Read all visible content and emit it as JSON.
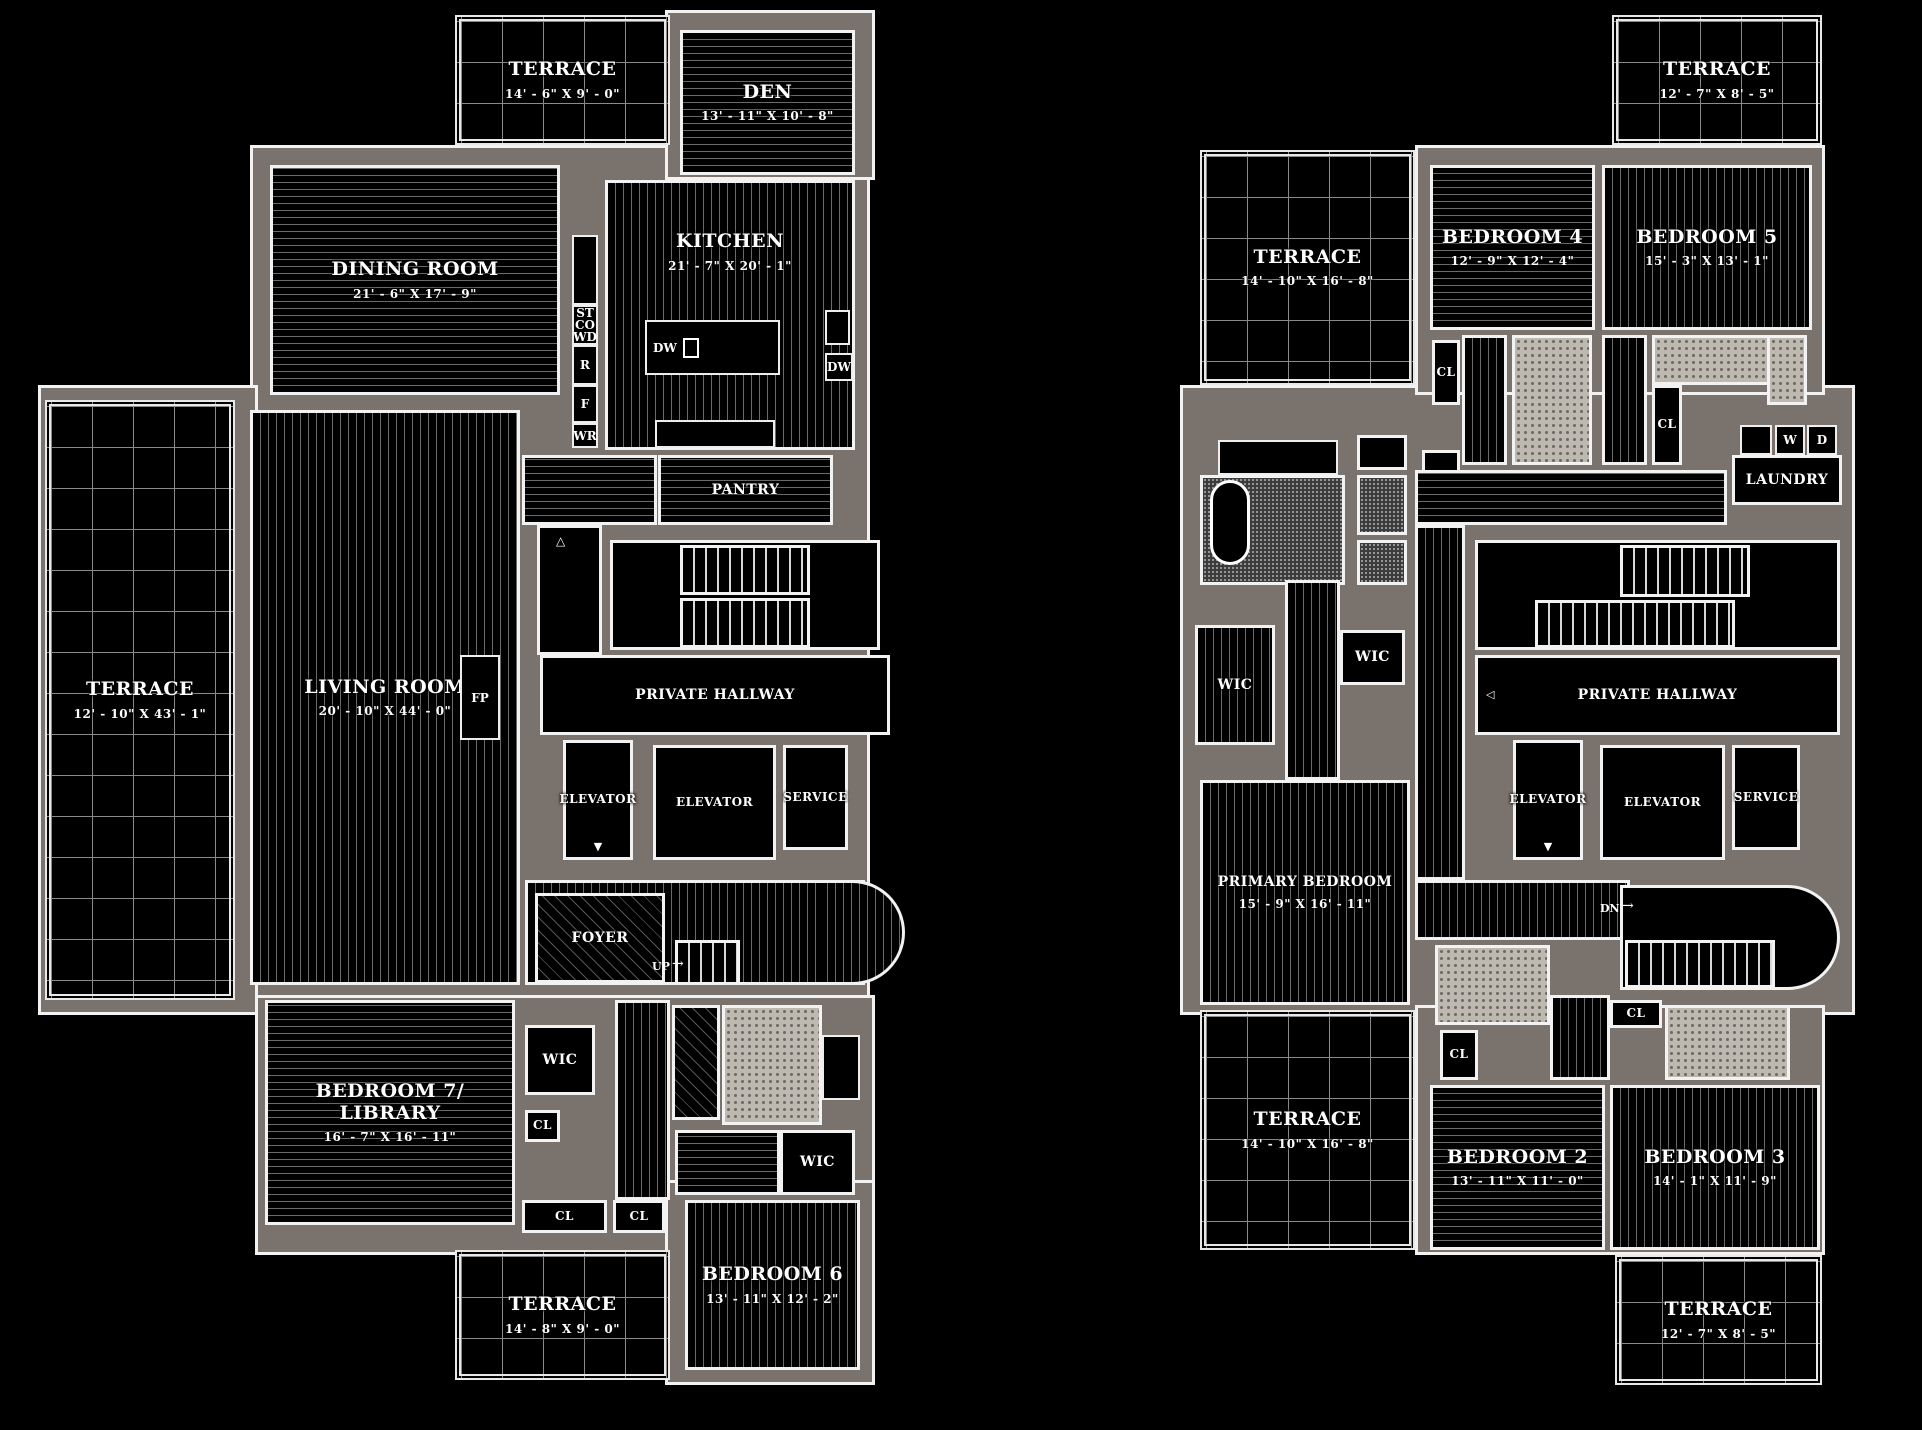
{
  "plans": {
    "lower": {
      "rooms": {
        "terrace_west": {
          "name": "TERRACE",
          "dim": "12' - 10\" X 43' - 1\""
        },
        "terrace_north": {
          "name": "TERRACE",
          "dim": "14' - 6\" X 9' - 0\""
        },
        "den": {
          "name": "DEN",
          "dim": "13' - 11\" X 10' - 8\""
        },
        "dining": {
          "name": "DINING ROOM",
          "dim": "21' - 6\" X 17' - 9\""
        },
        "kitchen": {
          "name": "KITCHEN",
          "dim": "21' - 7\" X 20' - 1\""
        },
        "living": {
          "name": "LIVING ROOM",
          "dim": "20' - 10\" X 44' - 0\""
        },
        "pantry": {
          "name": "PANTRY"
        },
        "private_hallway": {
          "name": "PRIVATE HALLWAY"
        },
        "elevator_1": {
          "name": "ELEVATOR"
        },
        "elevator_2": {
          "name": "ELEVATOR"
        },
        "service": {
          "name": "SERVICE"
        },
        "foyer": {
          "name": "FOYER"
        },
        "bedroom7": {
          "name": "BEDROOM 7/",
          "name2": "LIBRARY",
          "dim": "16' - 7\" X 16' - 11\""
        },
        "wic_a": {
          "name": "WIC"
        },
        "wic_b": {
          "name": "WIC"
        },
        "cl_a": {
          "name": "CL"
        },
        "cl_b": {
          "name": "CL"
        },
        "cl_c": {
          "name": "CL"
        },
        "bedroom6": {
          "name": "BEDROOM 6",
          "dim": "13' - 11\" X 12' - 2\""
        },
        "terrace_south": {
          "name": "TERRACE",
          "dim": "14' - 8\" X 9' - 0\""
        }
      },
      "fixtures": {
        "fp": "FP",
        "stcowd": [
          "ST",
          "CO",
          "WD"
        ],
        "r": "R",
        "f": "F",
        "wr": "WR",
        "dw_island": "DW",
        "dw_wall": "DW",
        "up": "UP"
      }
    },
    "upper": {
      "rooms": {
        "terrace_north": {
          "name": "TERRACE",
          "dim": "12' - 7\" X 8' - 5\""
        },
        "terrace_nw": {
          "name": "TERRACE",
          "dim": "14' - 10\" X 16' - 8\""
        },
        "bedroom4": {
          "name": "BEDROOM 4",
          "dim": "12' - 9\" X 12' - 4\""
        },
        "bedroom5": {
          "name": "BEDROOM 5",
          "dim": "15' - 3\" X 13' - 1\""
        },
        "cl_a": {
          "name": "CL"
        },
        "cl_b": {
          "name": "CL"
        },
        "cl_c": {
          "name": "CL"
        },
        "laundry": {
          "name": "LAUNDRY"
        },
        "wic_a": {
          "name": "WIC"
        },
        "wic_b": {
          "name": "WIC"
        },
        "private_hallway": {
          "name": "PRIVATE HALLWAY"
        },
        "elevator_1": {
          "name": "ELEVATOR"
        },
        "elevator_2": {
          "name": "ELEVATOR"
        },
        "service": {
          "name": "SERVICE"
        },
        "primary": {
          "name": "PRIMARY BEDROOM",
          "dim": "15' - 9\" X 16' - 11\""
        },
        "terrace_sw": {
          "name": "TERRACE",
          "dim": "14' - 10\" X 16' - 8\""
        },
        "bedroom2": {
          "name": "BEDROOM 2",
          "dim": "13' - 11\" X 11' - 0\""
        },
        "bedroom3": {
          "name": "BEDROOM 3",
          "dim": "14' - 1\" X 11' - 9\""
        },
        "cl_d": {
          "name": "CL"
        },
        "cl_e": {
          "name": "CL"
        },
        "terrace_south": {
          "name": "TERRACE",
          "dim": "12' - 7\" X 8' - 5\""
        }
      },
      "fixtures": {
        "w": "W",
        "d": "D",
        "dn": "DN"
      }
    }
  },
  "colors": {
    "background": "#000000",
    "wall": "#7a726c",
    "line": "#f2f2f2",
    "tile": "#bdb8b0"
  }
}
